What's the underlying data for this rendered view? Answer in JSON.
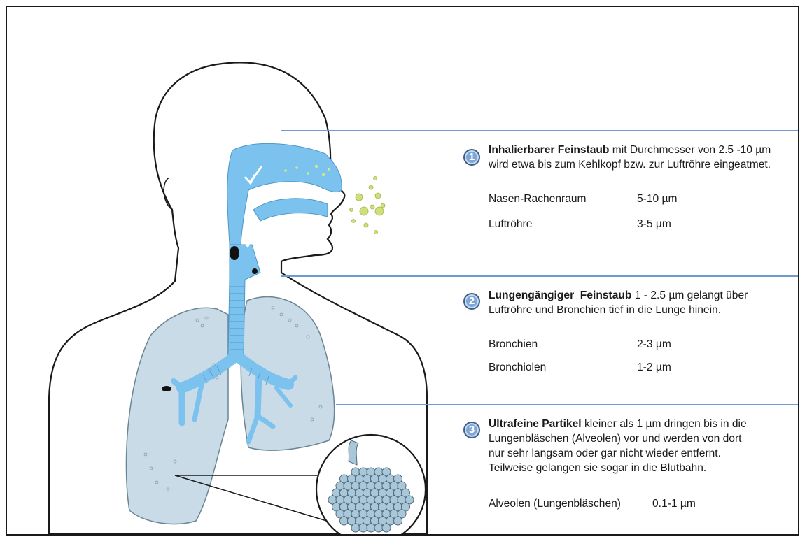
{
  "section1": {
    "number": "1",
    "title": "Inhalierbarer Feinstaub",
    "text_line1": " mit Durchmesser von 2.5 -10 µm",
    "text_line2": "wird etwa bis zum Kehlkopf bzw. zur Luftröhre eingeatmet.",
    "rows": [
      {
        "name": "Nasen-Rachenraum",
        "value": "5-10 µm"
      },
      {
        "name": "Luftröhre",
        "value": "3-5 µm"
      }
    ]
  },
  "section2": {
    "number": "2",
    "title": "Lungengängiger  Feinstaub",
    "text_line1": " 1 - 2.5 µm gelangt über",
    "text_line2": "Luftröhre und Bronchien tief in die Lunge hinein.",
    "rows": [
      {
        "name": "Bronchien",
        "value": "2-3 µm"
      },
      {
        "name": "Bronchiolen",
        "value": "1-2 µm"
      }
    ]
  },
  "section3": {
    "number": "3",
    "title": "Ultrafeine Partikel",
    "text_line1": " kleiner als 1 µm dringen bis in die",
    "text_line2": "Lungenbläschen (Alveolen) vor und werden von dort",
    "text_line3": "nur sehr langsam oder gar nicht wieder entfernt.",
    "text_line4": "Teilweise gelangen sie sogar in die Blutbahn.",
    "rows": [
      {
        "name": "Alveolen (Lungenbläschen)",
        "value": "0.1-1 µm"
      }
    ]
  },
  "colors": {
    "airway_blue": "#7cc2ee",
    "lung_fill": "#c9dbe6",
    "particle_green": "#cfe07a",
    "separator_blue": "#6e9cd2",
    "alveoli": "#a9c7d9"
  }
}
